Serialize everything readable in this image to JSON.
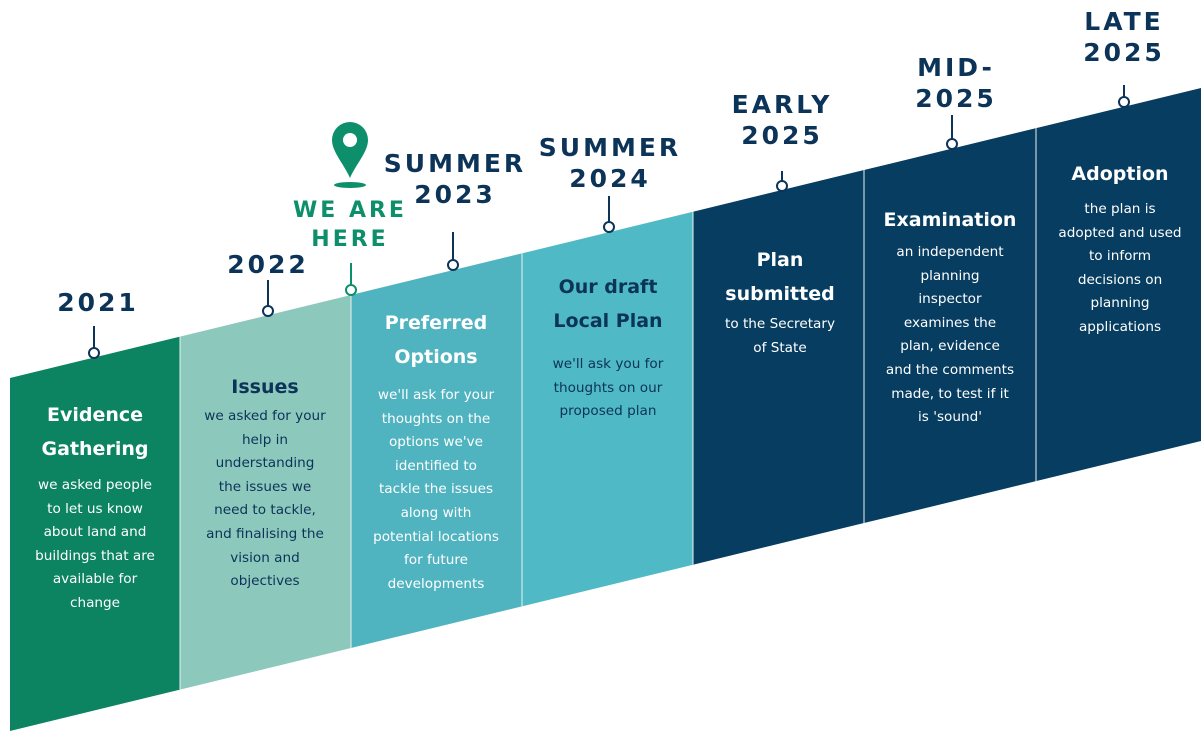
{
  "colors": {
    "dark_green": "#0c8461",
    "light_green": "#8dc8bc",
    "teal": "#4fb3c0",
    "light_teal": "#4fb9c6",
    "navy": "#073d61",
    "date_text": "#0c3358",
    "marker_green": "#0c8f6a",
    "white": "#ffffff",
    "dark_text": "#0c3358"
  },
  "here_marker": {
    "icon": "map-pin-icon",
    "label": "WE ARE\nHERE"
  },
  "stages": [
    {
      "date": "2021",
      "title": "Evidence\nGathering",
      "description": "we asked people\nto let us know\nabout land and\nbuildings that are\navailable for\nchange"
    },
    {
      "date": "2022",
      "title": "Issues",
      "description": "we asked for your\nhelp in\nunderstanding\nthe issues we\nneed to tackle,\nand finalising the\nvision and\nobjectives"
    },
    {
      "date": "SUMMER\n2023",
      "title": "Preferred\nOptions",
      "description": "we'll ask for your\nthoughts on the\noptions we've\nidentified to\ntackle the issues\nalong with\npotential locations\nfor future\ndevelopments"
    },
    {
      "date": "SUMMER\n2024",
      "title": "Our draft\nLocal Plan",
      "description": "we'll ask you for\nthoughts on our\nproposed plan"
    },
    {
      "date": "EARLY\n2025",
      "title": "Plan\nsubmitted",
      "description": "to the Secretary\nof State"
    },
    {
      "date": "MID-\n2025",
      "title": "Examination",
      "description": "an independent\nplanning\ninspector\nexamines the\nplan, evidence\nand the comments\nmade, to test if it\nis 'sound'"
    },
    {
      "date": "LATE\n2025",
      "title": "Adoption",
      "description": "the plan is\nadopted and used\nto inform\ndecisions on\nplanning\napplications"
    }
  ]
}
